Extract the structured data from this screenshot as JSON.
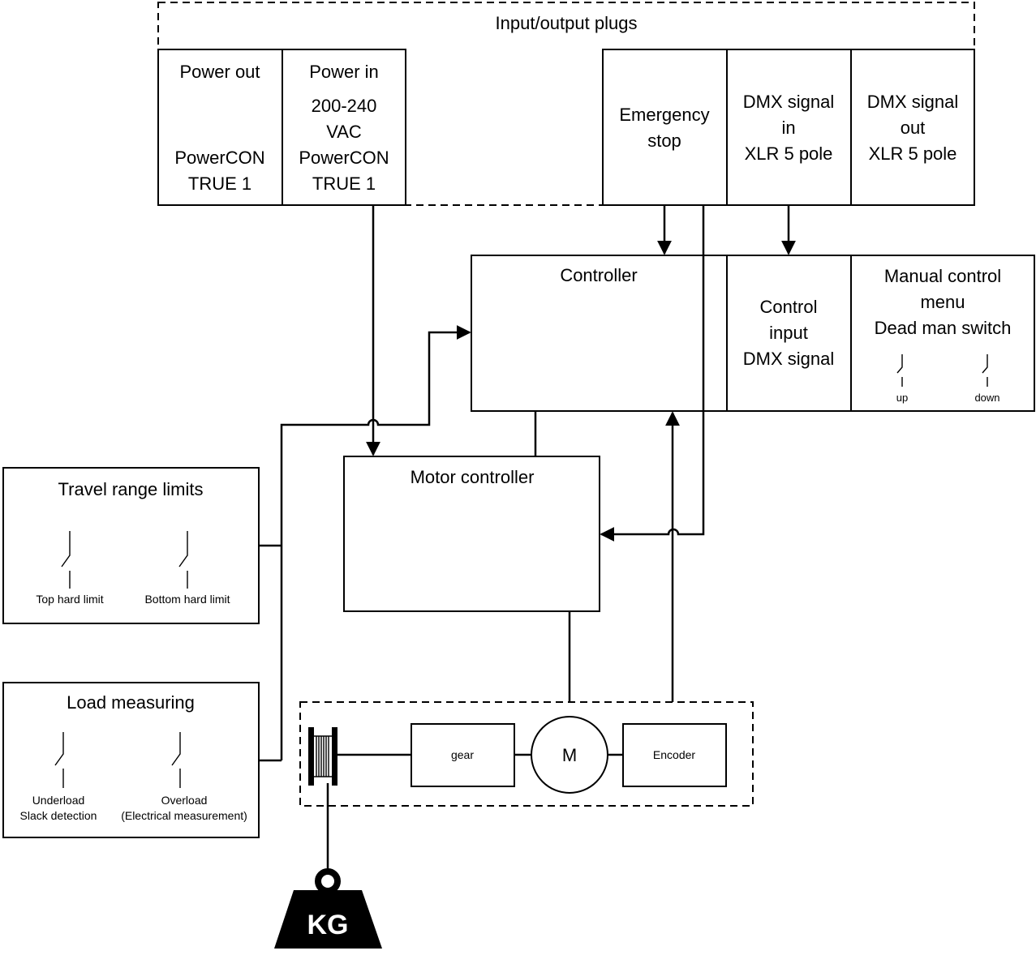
{
  "io": {
    "title": "Input/output plugs",
    "power_out": {
      "label": "Power out",
      "l1": "PowerCON",
      "l2": "TRUE 1"
    },
    "power_in": {
      "label": "Power in",
      "l1": "200-240",
      "l2": "VAC",
      "l3": "PowerCON",
      "l4": "TRUE 1"
    },
    "estop": {
      "l1": "Emergency",
      "l2": "stop"
    },
    "dmx_in": {
      "l1": "DMX signal",
      "l2": "in",
      "l3": "XLR 5 pole"
    },
    "dmx_out": {
      "l1": "DMX signal",
      "l2": "out",
      "l3": "XLR 5 pole"
    }
  },
  "controller": {
    "title": "Controller",
    "control_input": {
      "l1": "Control",
      "l2": "input",
      "l3": "DMX signal"
    },
    "manual": {
      "l1": "Manual control",
      "l2": "menu",
      "l3": "Dead man switch",
      "up": "up",
      "down": "down"
    }
  },
  "motor_controller": {
    "title": "Motor controller"
  },
  "travel": {
    "title": "Travel range limits",
    "top": "Top hard limit",
    "bottom": "Bottom hard limit"
  },
  "load": {
    "title": "Load measuring",
    "under1": "Underload",
    "under2": "Slack detection",
    "over1": "Overload",
    "over2": "(Electrical measurement)"
  },
  "drive": {
    "gear": "gear",
    "motor": "M",
    "encoder": "Encoder"
  },
  "weight": {
    "label": "KG"
  }
}
